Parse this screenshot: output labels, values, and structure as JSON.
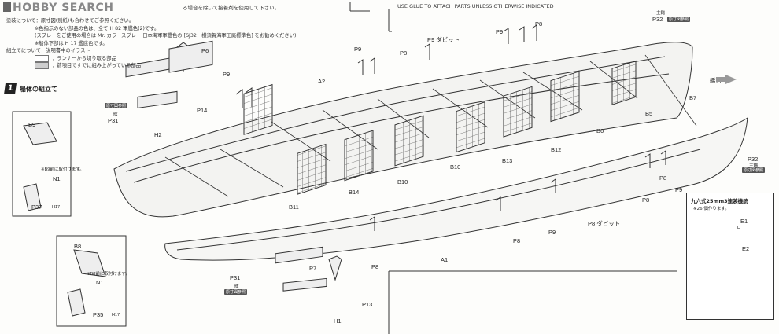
{
  "header": {
    "brand": "HOBBY SEARCH",
    "glue_note_jp": "る場合を除いて接着剤を使用して下さい。",
    "glue_note_en": "USE GLUE TO ATTACH PARTS UNLESS OTHERWISE INDICATED"
  },
  "painting": {
    "line1": "塗装について：原寸図(別紙)も合わせてご参照ください。",
    "line2": "※色指示のない部品の色は、全て H 82 軍艦色(2)です。",
    "line3": "(スプレーをご使用の場合は Mr. カラースプレー 日本海軍軍艦色の [SJ32：横須賀海軍工廠標準色] をお勧めください)",
    "line4": "※船体下部は H 17 艦底色です。"
  },
  "assembly": {
    "title": "組立てについて：説明書中のイラスト",
    "legend_white": "：ランナーから切り取る部品",
    "legend_gray": "：前項目ですでに組み上がっている部品"
  },
  "step": {
    "number": "1",
    "title": "船体の組立て"
  },
  "labels": {
    "P6": "P6",
    "P14": "P14",
    "H2": "H2",
    "P31_top": "P31",
    "P31_top_sub": "舷",
    "B9": "B9",
    "note_bore": "※B9前に取付けます。",
    "N1_top": "N1",
    "P37": "P37",
    "H17_a": "H17",
    "B8": "B8",
    "note_bore2": "※B8前に取付けます。",
    "N1_bottom": "N1",
    "P35": "P35",
    "H17_b": "H17",
    "P31_bottom": "P31",
    "P31_bottom_sub": "舷",
    "A2": "A2",
    "A1": "A1",
    "P9_a": "P9",
    "P8_a": "P8",
    "P9_dabit_top": "P9 ダビット",
    "P9_b": "P9",
    "P8_b": "P8",
    "P32_top": "P32",
    "P32_top_sub": "主錨",
    "B7": "B7",
    "bow": "艦首",
    "B5": "B5",
    "B6": "B6",
    "B10": "B10",
    "B11": "B11",
    "B12": "B12",
    "B13": "B13",
    "B14": "B14",
    "P32_right": "P32",
    "P32_right_sub": "主錨",
    "P8_c": "P8",
    "P9_c": "P9",
    "P8_dabit_bottom": "P8 ダビット",
    "P9_d": "P9",
    "P8_d": "P8",
    "P8_e": "P8",
    "P7": "P7",
    "P13": "P13",
    "H1": "H1",
    "ref_genzun": "原寸図参照"
  },
  "inset": {
    "title": "九六式25mm3連装機銃",
    "note": "※26 個作ります。",
    "E1": "E1",
    "E2": "E2",
    "H": "H"
  },
  "colors": {
    "ink": "#222222",
    "paper": "#fdfdfb",
    "tag": "#555555",
    "arrow": "#999999"
  }
}
